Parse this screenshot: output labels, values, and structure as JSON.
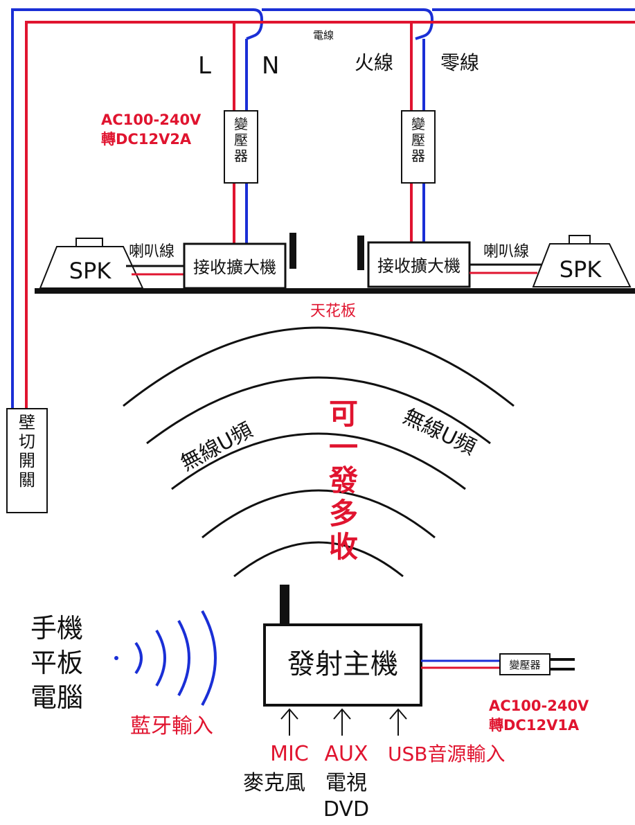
{
  "colors": {
    "live_wire": "#e0142f",
    "neutral_wire": "#1a2fd6",
    "black": "#111111",
    "red_text": "#e0142f",
    "ceiling_text": "#e0142f"
  },
  "labels": {
    "wire": "電線",
    "L": "L",
    "N": "N",
    "live": "火線",
    "neutral": "零線",
    "ac_left_line1": "AC100-240V",
    "ac_left_line2": "轉DC12V2A",
    "transformer_vertical": "變壓器",
    "transformer_small": "變壓器",
    "speaker_wire": "喇叭線",
    "receiver_amp": "接收擴大機",
    "spk": "SPK",
    "ceiling": "天花板",
    "wall_switch": "壁切開關",
    "wireless_uhf": "無線U頻",
    "multi_receive": "可一發多收",
    "devices": [
      "手機",
      "平板",
      "電腦"
    ],
    "bluetooth_input": "藍牙輸入",
    "transmitter": "發射主機",
    "ac_right_line1": "AC100-240V",
    "ac_right_line2": "轉DC12V1A",
    "mic": "MIC",
    "mic_sub": "麥克風",
    "aux": "AUX",
    "aux_sub1": "電視",
    "aux_sub2": "DVD",
    "usb_input": "USB音源輸入"
  }
}
